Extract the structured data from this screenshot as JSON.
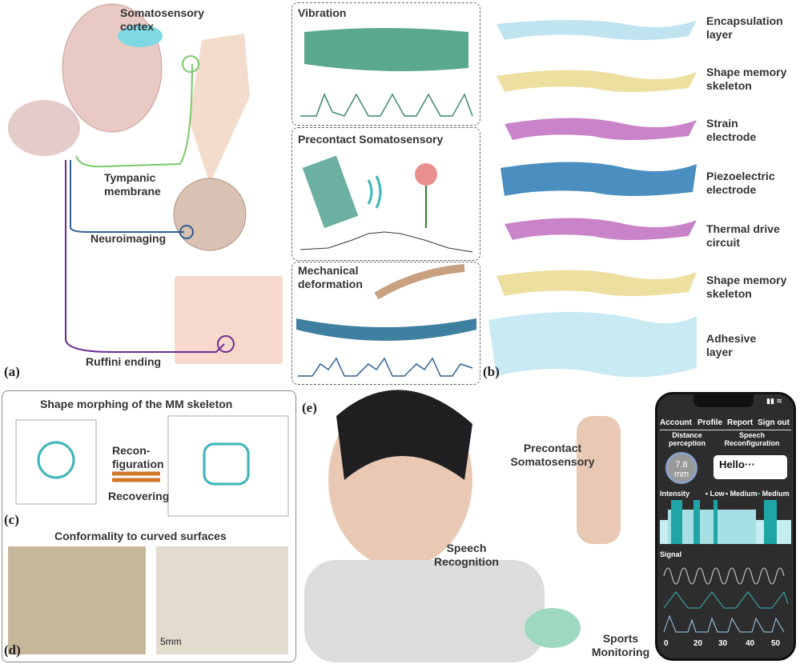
{
  "panel_a": {
    "label": "(a)",
    "somatosensory_cortex": "Somatosensory cortex",
    "tympanic": "Tympanic membrane",
    "neuroimaging": "Neuroimaging",
    "ruffini": "Ruffini ending"
  },
  "panel_middle": {
    "vibration": "Vibration",
    "precontact": "Precontact Somatosensory",
    "mechanical": "Mechanical deformation"
  },
  "panel_b": {
    "label": "(b)",
    "layers": [
      "Encapsulation layer",
      "Shape memory skeleton",
      "Strain electrode",
      "Piezoelectric electrode",
      "Thermal drive circuit",
      "Shape memory skeleton",
      "Adhesive layer"
    ]
  },
  "panel_c": {
    "label": "(c)",
    "title": "Shape morphing of the MM skeleton",
    "reconfig": "Recon-figuration",
    "recovering": "Recovering"
  },
  "panel_d": {
    "label": "(d)",
    "title": "Conformality to curved surfaces",
    "scale": "5mm"
  },
  "panel_e": {
    "label": "(e)",
    "precontact": "Precontact Somatosensory",
    "speech": "Speech Recognition",
    "sports": "Sports Monitoring",
    "phone": {
      "nav": [
        "Account",
        "Profile",
        "Report",
        "Sign out"
      ],
      "distance_label": "Distance perception",
      "distance_value": "7.8",
      "distance_unit": "mm",
      "speech_label": "Speech Reconfiguration",
      "speech_text": "Hello···",
      "intensity": "Intensity",
      "legend": [
        "Low",
        "Medium",
        "Medium"
      ],
      "signal": "Signal",
      "ticks": [
        "0",
        "20",
        "30",
        "40",
        "50"
      ]
    }
  },
  "colors": {
    "teal": "#3ab5b5",
    "purple": "#6b2c8f",
    "green": "#7ac96b",
    "blue": "#2d5f8f"
  }
}
